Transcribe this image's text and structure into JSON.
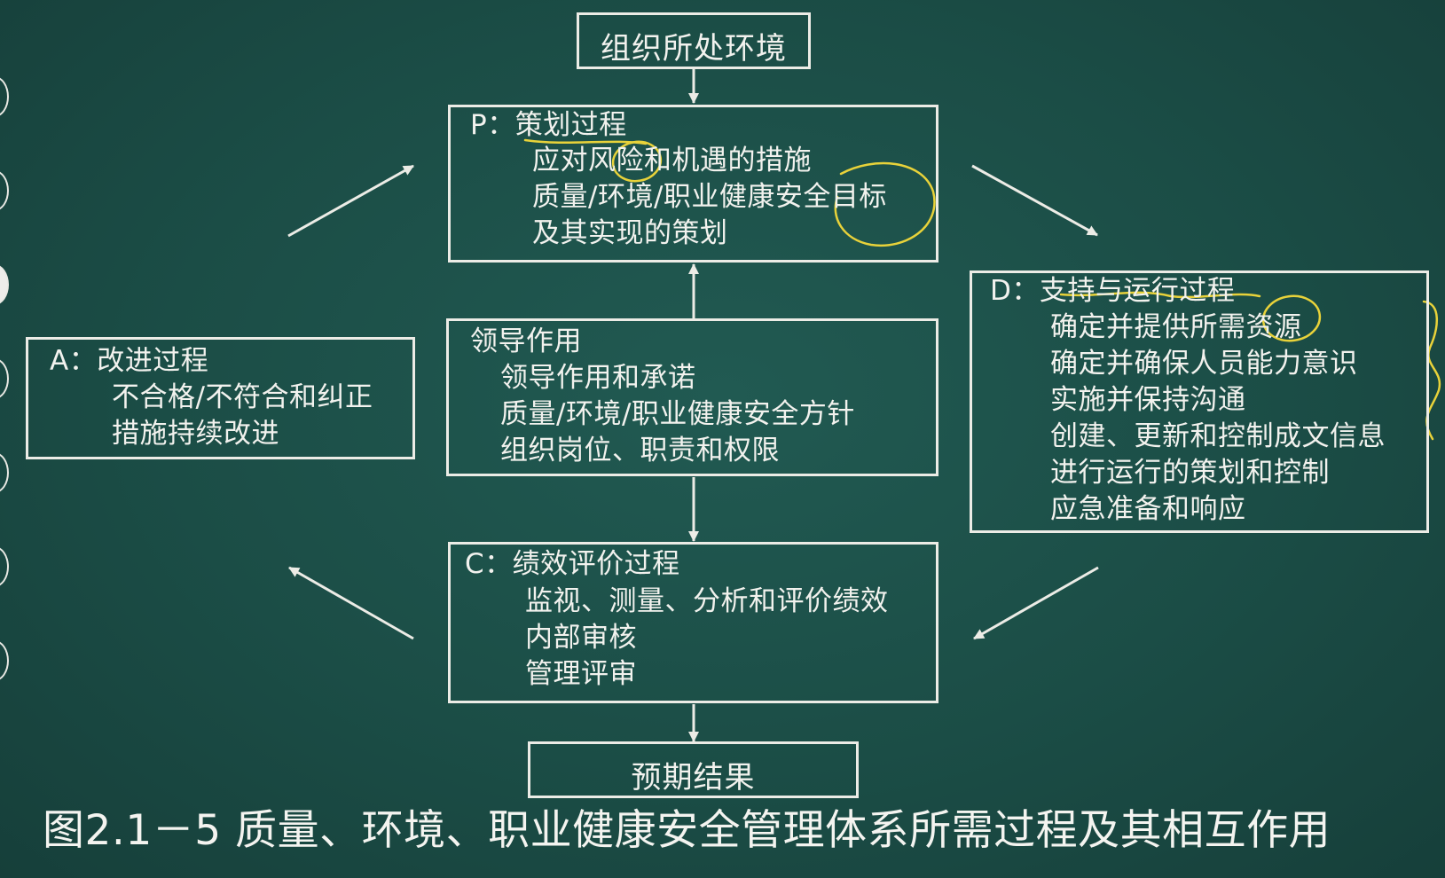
{
  "environment": {
    "label": "组织所处环境"
  },
  "plan": {
    "title": "P：策划过程",
    "items": [
      "应对风险和机遇的措施",
      "质量/环境/职业健康安全目标",
      "及其实现的策划"
    ]
  },
  "leadership": {
    "title": "领导作用",
    "items": [
      "领导作用和承诺",
      "质量/环境/职业健康安全方针",
      "组织岗位、职责和权限"
    ]
  },
  "do": {
    "title": "D：支持与运行过程",
    "items": [
      "确定并提供所需资源",
      "确定并确保人员能力意识",
      "实施并保持沟通",
      "创建、更新和控制成文信息",
      "进行运行的策划和控制",
      "应急准备和响应"
    ]
  },
  "check": {
    "title": "C：绩效评价过程",
    "items": [
      "监视、测量、分析和评价绩效",
      "内部审核",
      "管理评审"
    ]
  },
  "act": {
    "title": "A：改进过程",
    "items": [
      "不合格/不符合和纠正",
      "措施持续改进"
    ]
  },
  "result": {
    "label": "预期结果"
  },
  "caption": "图2.1－5    质量、环境、职业健康安全管理体系所需过程及其相互作用",
  "colors": {
    "board": "#1b4d46",
    "chalk": "#ecece6",
    "annotation": "#e8d23a"
  }
}
